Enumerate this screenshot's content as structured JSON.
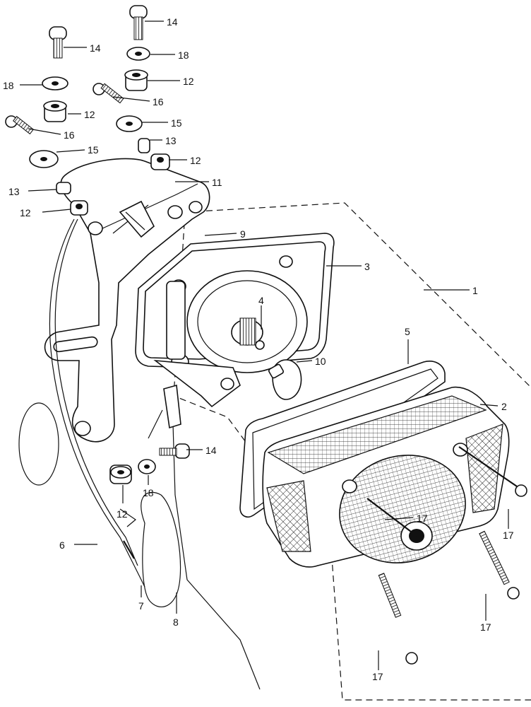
{
  "callouts": [
    {
      "id": "c1",
      "text": "1"
    },
    {
      "id": "c2",
      "text": "2"
    },
    {
      "id": "c3",
      "text": "3"
    },
    {
      "id": "c4",
      "text": "4"
    },
    {
      "id": "c5",
      "text": "5"
    },
    {
      "id": "c6",
      "text": "6"
    },
    {
      "id": "c7",
      "text": "7"
    },
    {
      "id": "c8",
      "text": "8"
    },
    {
      "id": "c9",
      "text": "9"
    },
    {
      "id": "c10",
      "text": "10"
    },
    {
      "id": "c11",
      "text": "11"
    },
    {
      "id": "c12a",
      "text": "12"
    },
    {
      "id": "c12b",
      "text": "12"
    },
    {
      "id": "c12c",
      "text": "12"
    },
    {
      "id": "c12d",
      "text": "12"
    },
    {
      "id": "c12e",
      "text": "12"
    },
    {
      "id": "c13a",
      "text": "13"
    },
    {
      "id": "c13b",
      "text": "13"
    },
    {
      "id": "c14a",
      "text": "14"
    },
    {
      "id": "c14b",
      "text": "14"
    },
    {
      "id": "c14c",
      "text": "14"
    },
    {
      "id": "c15a",
      "text": "15"
    },
    {
      "id": "c15b",
      "text": "15"
    },
    {
      "id": "c16a",
      "text": "16"
    },
    {
      "id": "c16b",
      "text": "16"
    },
    {
      "id": "c17a",
      "text": "17"
    },
    {
      "id": "c17b",
      "text": "17"
    },
    {
      "id": "c17c",
      "text": "17"
    },
    {
      "id": "c17d",
      "text": "17"
    },
    {
      "id": "c18a",
      "text": "18"
    },
    {
      "id": "c18b",
      "text": "18"
    },
    {
      "id": "c18c",
      "text": "18"
    }
  ]
}
